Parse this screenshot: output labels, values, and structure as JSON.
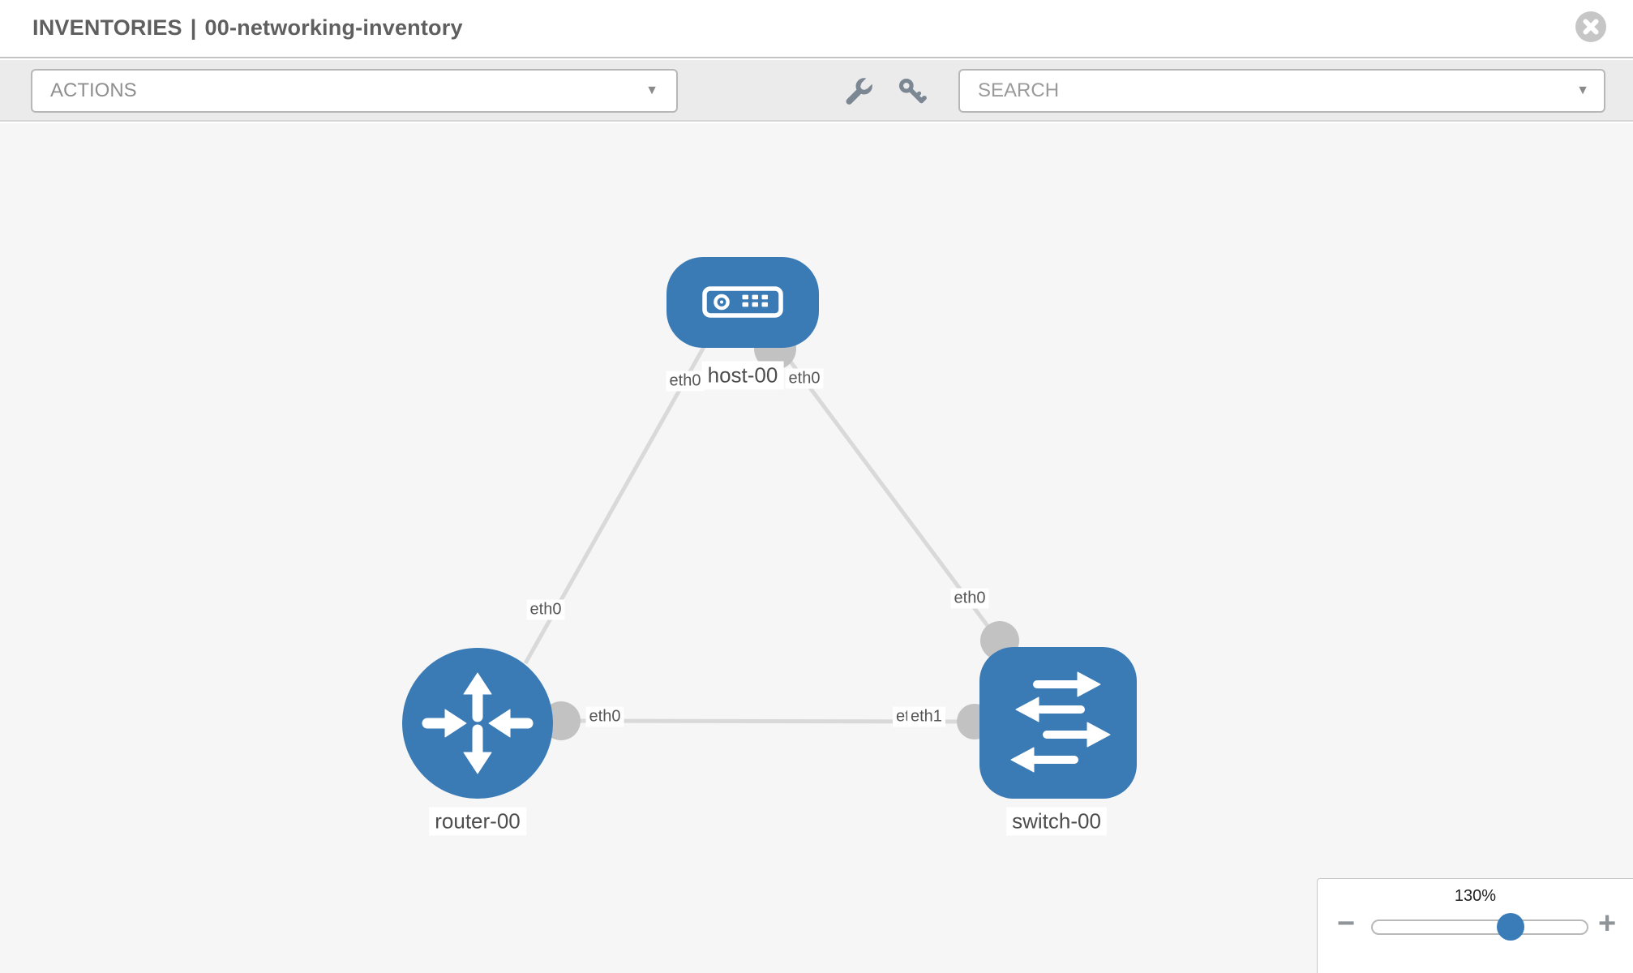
{
  "window": {
    "title_section": "INVENTORIES",
    "title_separator": "|",
    "title_name": "00-networking-inventory"
  },
  "toolbar": {
    "actions": {
      "label": "ACTIONS",
      "caret_glyph": "▼"
    },
    "tools": [
      {
        "icon": "wrench-icon"
      },
      {
        "icon": "key-icon"
      }
    ],
    "search": {
      "placeholder": "SEARCH",
      "caret_glyph": "▼"
    }
  },
  "graph": {
    "nodes": [
      {
        "id": "host-00",
        "label": "host-00",
        "type": "host",
        "icon": "host-device-icon"
      },
      {
        "id": "router-00",
        "label": "router-00",
        "type": "router",
        "icon": "router-arrows-icon"
      },
      {
        "id": "switch-00",
        "label": "switch-00",
        "type": "switch",
        "icon": "switch-arrows-icon"
      }
    ],
    "links": [
      {
        "source": "host-00",
        "source_interface": "eth0",
        "target": "router-00",
        "target_interface": "eth0"
      },
      {
        "source": "host-00",
        "source_interface": "eth0",
        "target": "switch-00",
        "target_interface": "eth0"
      },
      {
        "source": "router-00",
        "source_interface": "eth0",
        "target": "switch-00",
        "target_interface": "eth1"
      }
    ],
    "edge_labels": [
      {
        "id": "host-side-to-router",
        "text": "eth0"
      },
      {
        "id": "host-side-to-switch",
        "text": "eth0"
      },
      {
        "id": "router-side-to-host",
        "text": "eth0"
      },
      {
        "id": "switch-side-to-host",
        "text": "eth0"
      },
      {
        "id": "router-side-to-switch",
        "text": "eth0"
      },
      {
        "id": "switch-side-to-router-back",
        "text": "eth0"
      },
      {
        "id": "switch-side-to-router",
        "text": "eth1"
      }
    ],
    "colors": {
      "node_fill": "#3a7bb6",
      "connector": "#c2c2c2",
      "edge": "#d9d9d9",
      "canvas_bg": "#f6f6f6"
    }
  },
  "zoom": {
    "level_label": "130%",
    "percent": 130,
    "minus_glyph": "−",
    "plus_glyph": "+"
  }
}
